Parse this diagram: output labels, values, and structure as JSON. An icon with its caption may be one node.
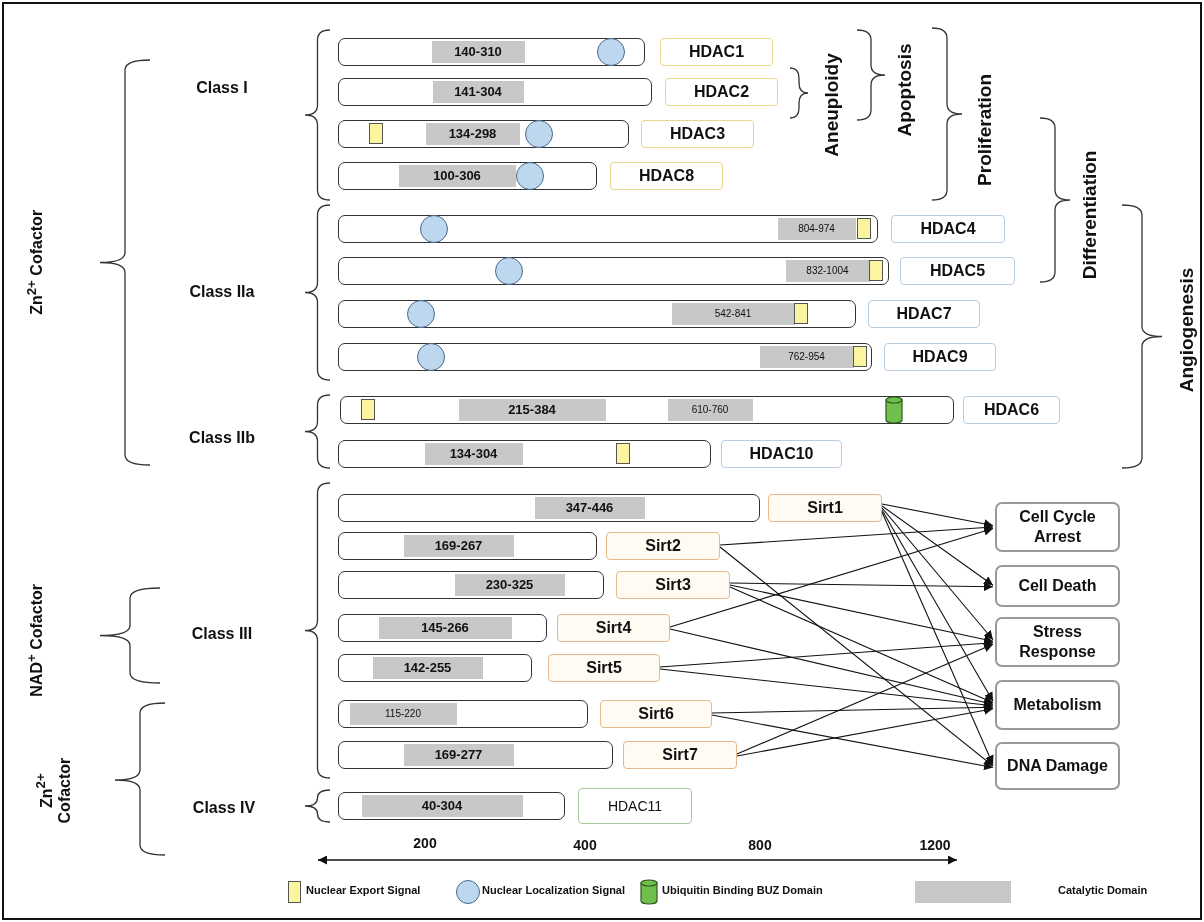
{
  "diagram": {
    "nodes": [
      {
        "text": [],
        "shape": "bar"
      },
      {
        "text": [
          "140-310"
        ],
        "in": 0
      },
      {
        "text": [
          "HDAC1"
        ]
      },
      {
        "text": [],
        "shape": "bar"
      },
      {
        "text": [
          "141-304"
        ],
        "in": 3
      },
      {
        "text": [
          "HDAC2"
        ]
      },
      {
        "text": [],
        "shape": "bar"
      },
      {
        "text": [
          "134-298"
        ],
        "in": 6
      },
      {
        "text": [
          "HDAC3"
        ]
      },
      {
        "text": [],
        "shape": "bar"
      },
      {
        "text": [
          "100-306"
        ],
        "in": 9
      },
      {
        "text": [
          "HDAC8"
        ]
      },
      {
        "text": [],
        "shape": "bar"
      },
      {
        "text": [
          "804-974"
        ],
        "in": 12
      },
      {
        "text": [
          "HDAC4"
        ]
      },
      {
        "text": [],
        "shape": "bar"
      },
      {
        "text": [
          "832-1004"
        ],
        "in": 15
      },
      {
        "text": [
          "HDAC5"
        ]
      },
      {
        "text": [],
        "shape": "bar"
      },
      {
        "text": [
          "542-841"
        ],
        "in": 18
      },
      {
        "text": [
          "HDAC7"
        ]
      },
      {
        "text": [],
        "shape": "bar"
      },
      {
        "text": [
          "762-954"
        ],
        "in": 21
      },
      {
        "text": [
          "HDAC9"
        ]
      },
      {
        "text": [],
        "shape": "bar"
      },
      {
        "text": [
          "215-384"
        ],
        "in": 24
      },
      {
        "text": [
          "610-760"
        ],
        "in": 24
      },
      {
        "text": [
          "HDAC6"
        ]
      },
      {
        "text": [],
        "shape": "bar"
      },
      {
        "text": [
          "134-304"
        ],
        "in": 28
      },
      {
        "text": [
          "HDAC10"
        ]
      },
      {
        "text": [],
        "shape": "bar"
      },
      {
        "text": [
          "347-446"
        ],
        "in": 31
      },
      {
        "text": [
          "Sirt1"
        ]
      },
      {
        "text": [],
        "shape": "bar"
      },
      {
        "text": [
          "169-267"
        ],
        "in": 34
      },
      {
        "text": [
          "Sirt2"
        ]
      },
      {
        "text": [],
        "shape": "bar"
      },
      {
        "text": [
          "230-325"
        ],
        "in": 37
      },
      {
        "text": [
          "Sirt3"
        ]
      },
      {
        "text": [],
        "shape": "bar"
      },
      {
        "text": [
          "145-266"
        ],
        "in": 40
      },
      {
        "text": [
          "Sirt4"
        ]
      },
      {
        "text": [],
        "shape": "bar"
      },
      {
        "text": [
          "142-255"
        ],
        "in": 43
      },
      {
        "text": [
          "Sirt5"
        ]
      },
      {
        "text": [],
        "shape": "bar"
      },
      {
        "text": [
          "115-220"
        ],
        "in": 46
      },
      {
        "text": [
          "Sirt6"
        ]
      },
      {
        "text": [],
        "shape": "bar"
      },
      {
        "text": [
          "169-277"
        ],
        "in": 49
      },
      {
        "text": [
          "Sirt7"
        ]
      },
      {
        "text": [],
        "shape": "bar"
      },
      {
        "text": [
          "40-304"
        ],
        "in": 52
      },
      {
        "text": [
          "HDAC11"
        ]
      },
      {
        "text": [
          "Cell Cycle Arrest"
        ]
      },
      {
        "text": [
          "Cell Death"
        ]
      },
      {
        "text": [
          "Stress Response"
        ]
      },
      {
        "text": [
          "Metabolism"
        ]
      },
      {
        "text": [
          "DNA Damage"
        ]
      }
    ],
    "edges": [
      {
        "from": 33,
        "to": 55,
        "arrow": "to"
      },
      {
        "from": 33,
        "to": 56,
        "arrow": "to"
      },
      {
        "from": 33,
        "to": 57,
        "arrow": "to"
      },
      {
        "from": 33,
        "to": 58,
        "arrow": "to"
      },
      {
        "from": 33,
        "to": 59,
        "arrow": "to"
      },
      {
        "from": 36,
        "to": 55,
        "arrow": "to"
      },
      {
        "from": 36,
        "to": 59,
        "arrow": "to"
      },
      {
        "from": 39,
        "to": 56,
        "arrow": "to"
      },
      {
        "from": 39,
        "to": 57,
        "arrow": "to"
      },
      {
        "from": 39,
        "to": 58,
        "arrow": "to"
      },
      {
        "from": 42,
        "to": 55,
        "arrow": "to"
      },
      {
        "from": 42,
        "to": 58,
        "arrow": "to"
      },
      {
        "from": 45,
        "to": 57,
        "arrow": "to"
      },
      {
        "from": 45,
        "to": 58,
        "arrow": "to"
      },
      {
        "from": 48,
        "to": 58,
        "arrow": "to"
      },
      {
        "from": 48,
        "to": 59,
        "arrow": "to"
      },
      {
        "from": 51,
        "to": 57,
        "arrow": "to"
      },
      {
        "from": 51,
        "to": 58,
        "arrow": "to"
      }
    ],
    "labels": [
      "Class I",
      "Class IIa",
      "Class IIb",
      "Class III",
      "Class IV",
      "Zn$^{2+}$ Cofactor",
      "NAD$^{+}$ Cofactor",
      "Zn$^{2+}$ Cofactor",
      "Aneuploidy",
      "Apoptosis",
      "Proliferation",
      "Differentiation",
      "Angiogenesis",
      "200",
      "400",
      "800",
      "1200"
    ],
    "legend": [
      {
        "text": "Nuclear Export Signal",
        "color": "#fbf5a0"
      },
      {
        "text": "Nuclear Localization Signal",
        "color": "#bdd7ee"
      },
      {
        "text": "Ubiquitin Binding BUZ Domain",
        "color": "#70bf4c"
      },
      {
        "text": "Catalytic Domain",
        "color": "#c8c8c8"
      }
    ]
  }
}
